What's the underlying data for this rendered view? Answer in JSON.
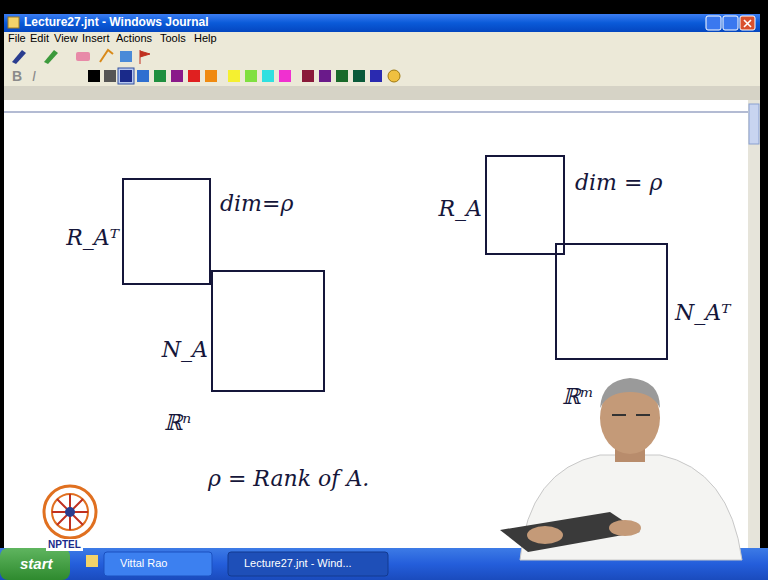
{
  "diagram": {
    "nodes": [
      {
        "text": [
          "R_Aᵀ",
          "dim=ρ"
        ]
      },
      {
        "text": [
          "N_A"
        ]
      },
      {
        "text": [
          "R_A",
          "dim = ρ"
        ]
      },
      {
        "text": [
          "N_Aᵀ"
        ]
      }
    ],
    "labels": [
      "Lecture27.jnt - Windows Journal",
      "File",
      "Edit",
      "View",
      "Insert",
      "Actions",
      "Tools",
      "Help",
      "B",
      "I",
      "ℝⁿ",
      "ℝᵐ",
      "ρ = Rank of A.",
      "NPTEL",
      "start",
      "Vittal Rao",
      "Lecture27.jnt - Wind..."
    ]
  }
}
